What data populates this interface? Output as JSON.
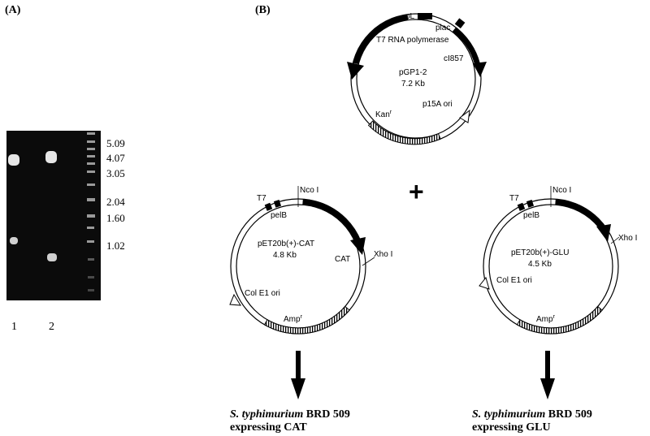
{
  "panel_a": {
    "label": "(A)",
    "size_markers": [
      "5.09",
      "4.07",
      "3.05",
      "2.04",
      "1.60",
      "1.02"
    ],
    "lanes": [
      "1",
      "2"
    ]
  },
  "panel_b": {
    "label": "(B)",
    "plus_sign": "+",
    "pgp": {
      "name": "pGP1-2",
      "size": "7.2 Kb",
      "gene": "T7 RNA polymerase",
      "pl": "pL",
      "plac": "plac",
      "ci857": "cI857",
      "ori": "p15A ori",
      "kan": "Kan",
      "kan_sup": "r"
    },
    "cat_plasmid": {
      "t7": "T7",
      "site1": "Nco I",
      "pelb": "pelB",
      "name": "pET20b(+)-CAT",
      "size": "4.8 Kb",
      "gene": "CAT",
      "site2": "Xho I",
      "ori": "Col E1 ori",
      "amp": "Amp",
      "amp_sup": "r"
    },
    "glu_plasmid": {
      "t7": "T7",
      "site1": "Nco I",
      "pelb": "pelB",
      "name": "pET20b(+)-GLU",
      "size": "4.5 Kb",
      "site2": "Xho I",
      "ori": "Col E1 ori",
      "amp": "Amp",
      "amp_sup": "r"
    },
    "result_left": {
      "organism": "S. typhimurium",
      "strain": " BRD 509",
      "line2": "expressing CAT"
    },
    "result_right": {
      "organism": "S. typhimurium",
      "strain": " BRD 509",
      "line2": "expressing GLU"
    }
  }
}
